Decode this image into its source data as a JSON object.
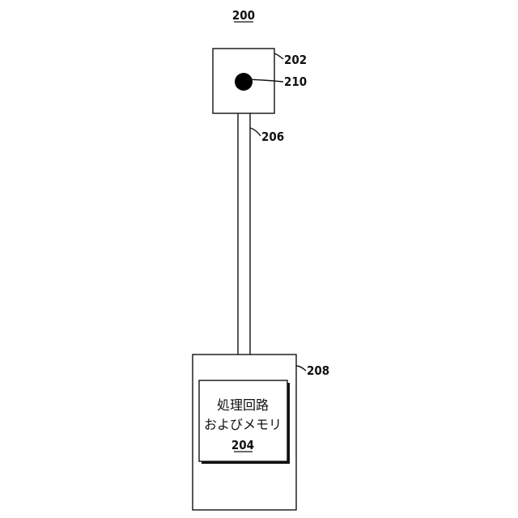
{
  "figure": {
    "number": "200"
  },
  "sensor": {
    "ref": "202",
    "dot_ref": "210"
  },
  "cable": {
    "ref": "206"
  },
  "housing": {
    "ref": "208"
  },
  "module": {
    "line1": "処理回路",
    "line2": "およびメモリ",
    "ref": "204"
  }
}
